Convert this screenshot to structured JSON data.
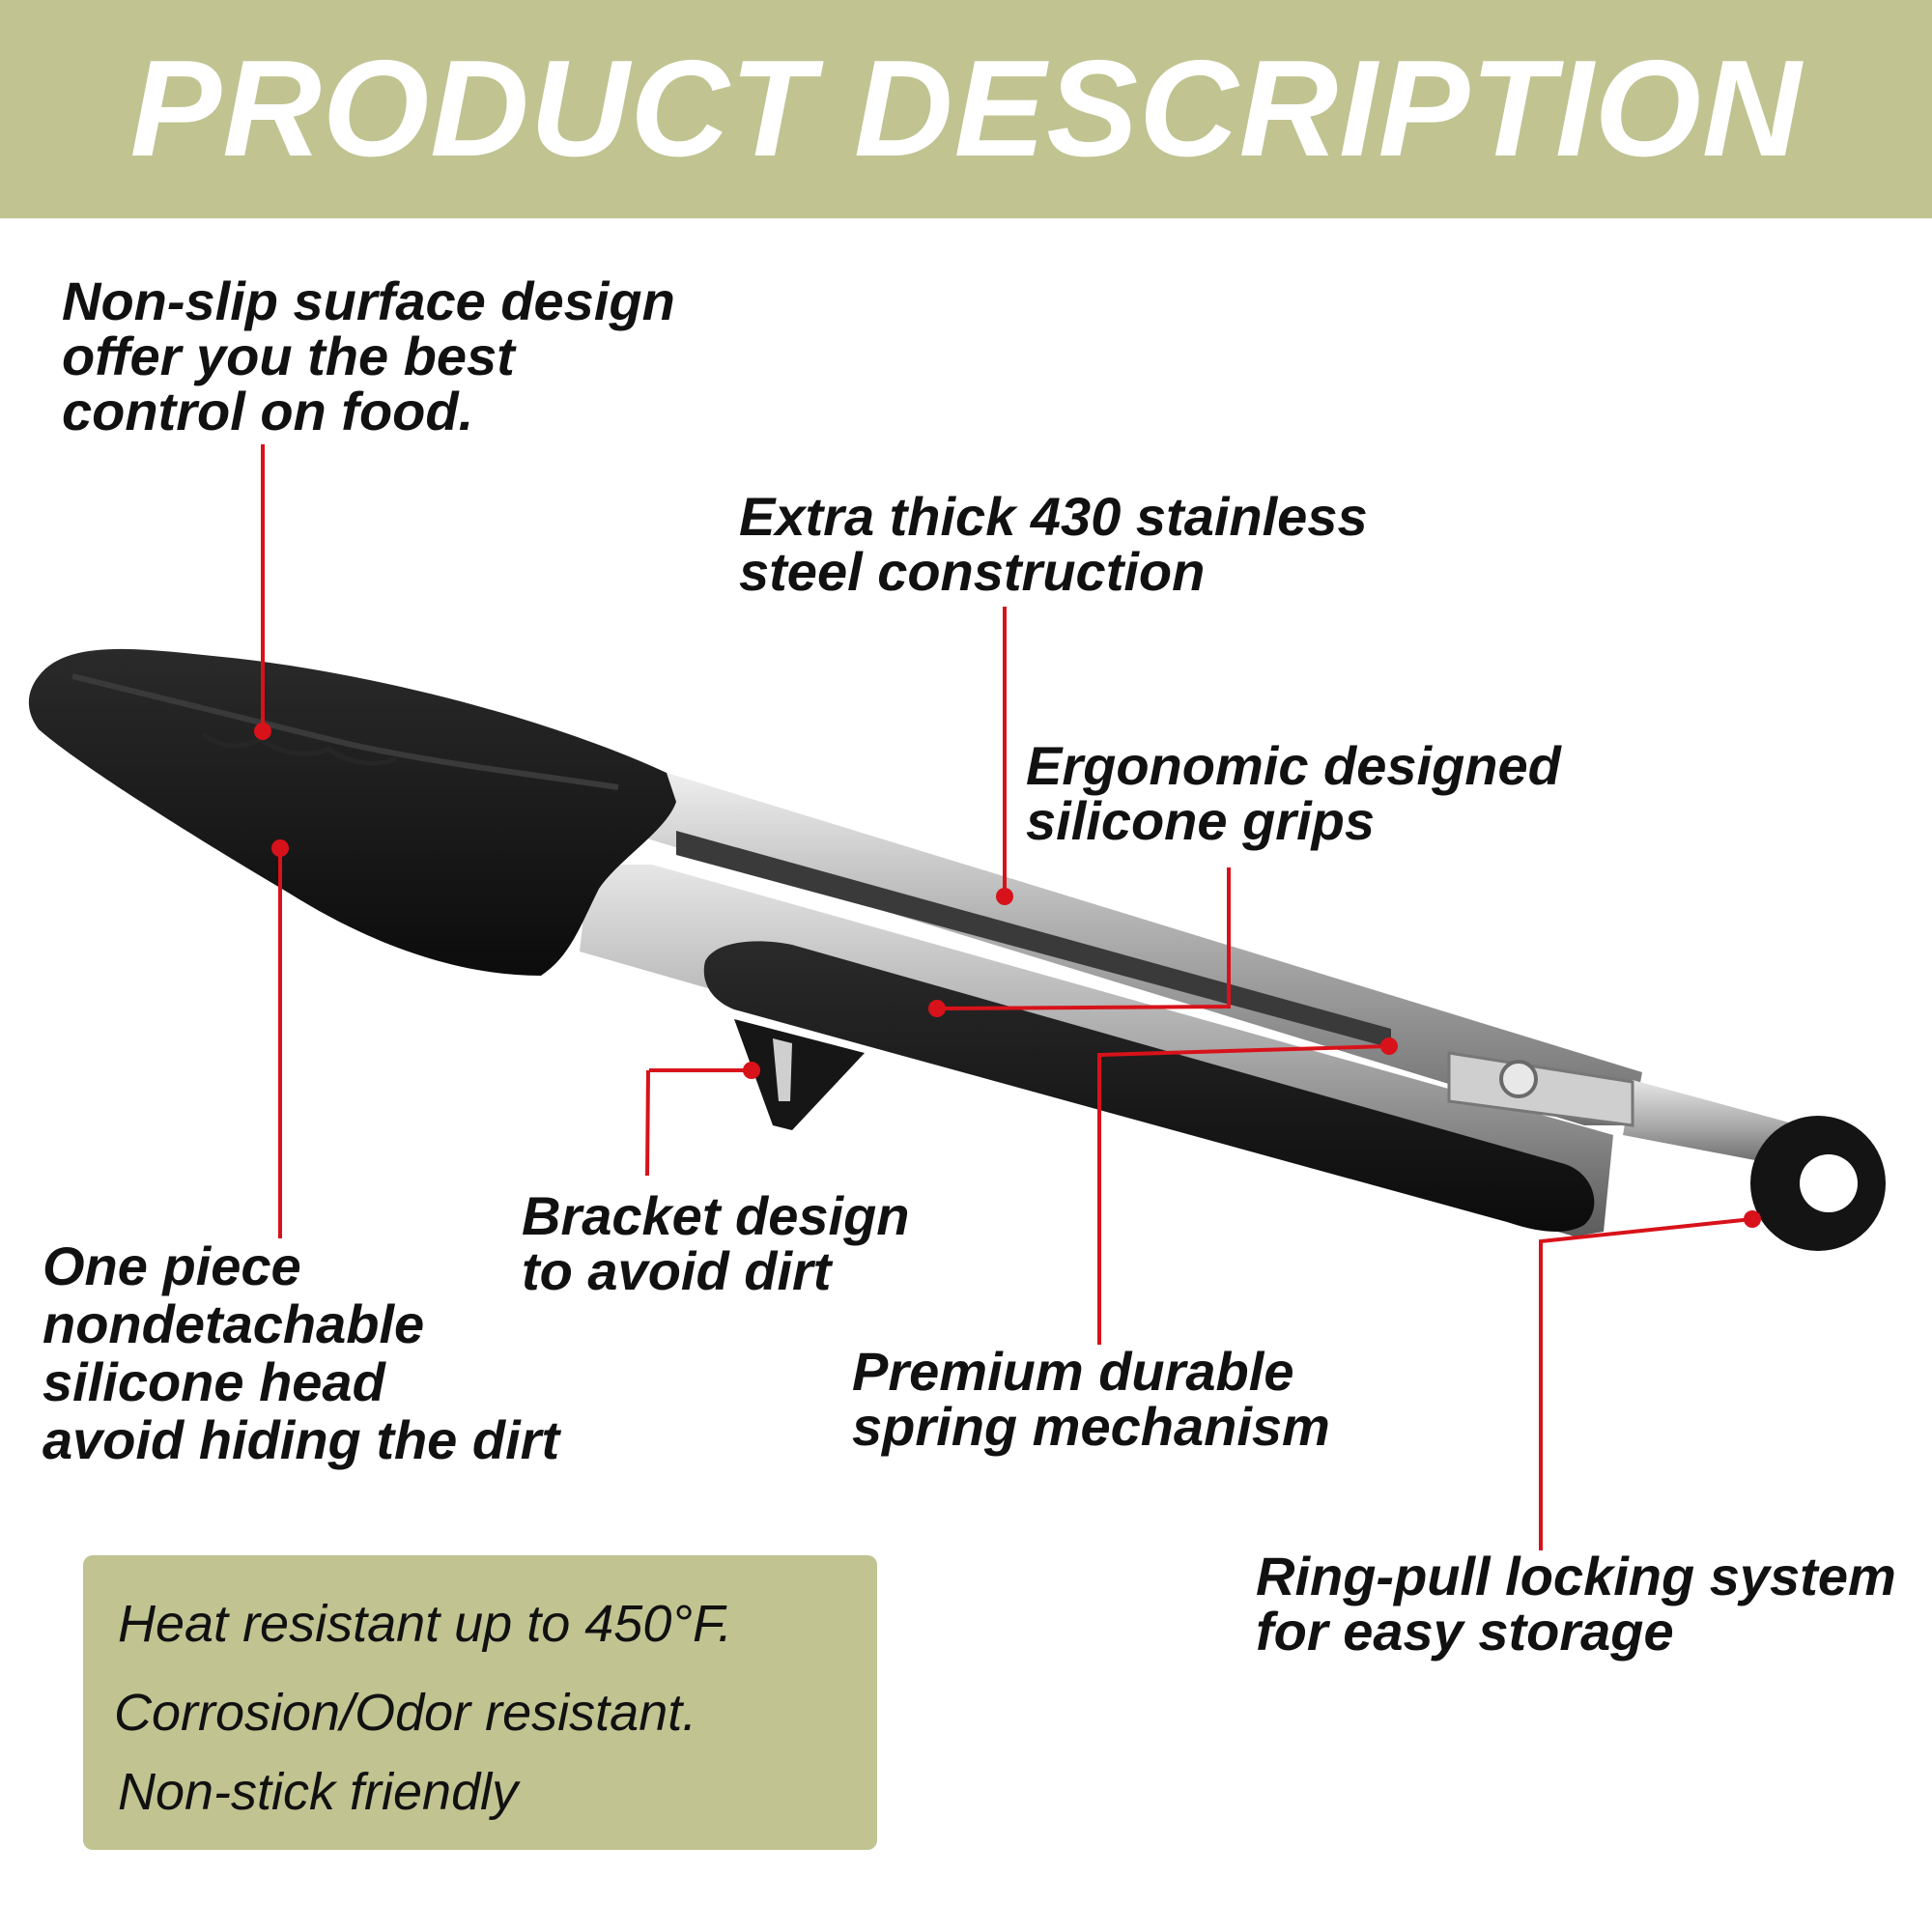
{
  "banner": {
    "title": "PRODUCT DESCRIPTION"
  },
  "callouts": {
    "non_slip": [
      "Non-slip surface design",
      "offer you the best",
      "control on food."
    ],
    "steel": [
      "Extra thick 430 stainless",
      "steel construction"
    ],
    "grips": [
      "Ergonomic designed",
      "silicone grips"
    ],
    "head": [
      "One piece",
      "nondetachable",
      "silicone head",
      "avoid hiding the dirt"
    ],
    "bracket": [
      "Bracket design",
      "to avoid dirt"
    ],
    "spring": [
      "Premium durable",
      "spring mechanism"
    ],
    "ring": [
      "Ring-pull locking system",
      "for easy storage"
    ]
  },
  "features": [
    "Heat resistant up to 450°F.",
    "Corrosion/Odor resistant.",
    "Non-stick friendly"
  ],
  "colors": {
    "banner": "#c1c391",
    "leader": "#d8121a",
    "silicone": "#141414",
    "steel": "#b9b9b9"
  }
}
